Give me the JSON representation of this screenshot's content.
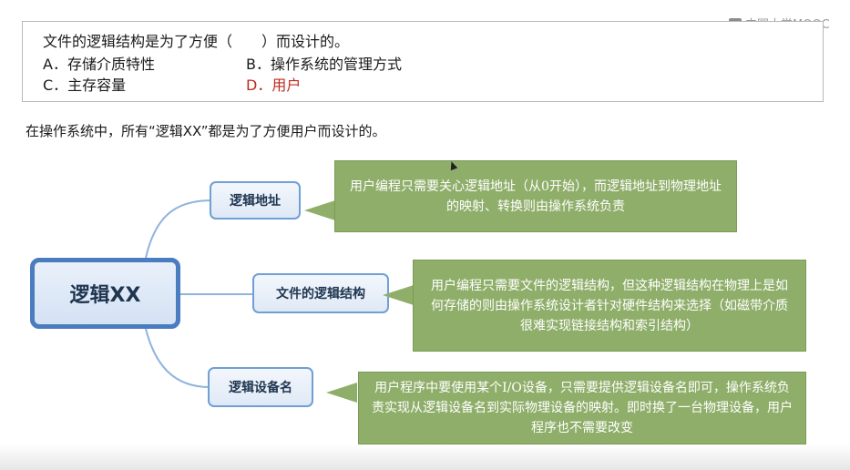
{
  "watermark": {
    "text": "中国大学MOOC"
  },
  "question": {
    "stem": "文件的逻辑结构是为了方便（　　）而设计的。",
    "options": [
      {
        "key": "A",
        "label": "A．存储介质特性"
      },
      {
        "key": "B",
        "label": "B．操作系统的管理方式"
      },
      {
        "key": "C",
        "label": "C．主存容量"
      },
      {
        "key": "D",
        "label": "D．用户",
        "correct": true
      }
    ]
  },
  "explanation": "在操作系统中，所有“逻辑XX”都是为了方便用户而设计的。",
  "mindmap": {
    "center": "逻辑XX",
    "branches": [
      {
        "label": "逻辑地址",
        "note": "用户编程只需要关心逻辑地址（从0开始），而逻辑地址到物理地址的映射、转换则由操作系统负责"
      },
      {
        "label": "文件的逻辑结构",
        "note": "用户编程只需要文件的逻辑结构，但这种逻辑结构在物理上是如何存储的则由操作系统设计者针对硬件结构来选择（如磁带介质很难实现链接结构和索引结构）"
      },
      {
        "label": "逻辑设备名",
        "note": "用户程序中要使用某个I/O设备，只需要提供逻辑设备名即可，操作系统负责实现从逻辑设备名到实际物理设备的映射。即时换了一台物理设备，用户程序也不需要改变"
      }
    ]
  },
  "colors": {
    "center_border": "#4a7cc0",
    "node_border": "#6f9fd6",
    "callout_fill": "#8fae6a",
    "correct_answer": "#c0281e"
  }
}
